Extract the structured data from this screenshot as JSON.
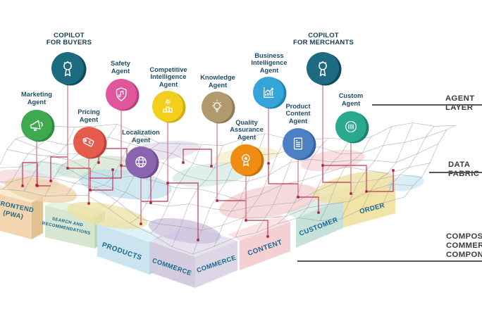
{
  "headers": {
    "agent_layer": "AGENT LAYER",
    "data_fabric": "DATA FABRIC",
    "composable": "COMPOSABLE\nCOMMERCE\nCOMPONENTS"
  },
  "agents": [
    {
      "id": "marketing",
      "label": "Marketing\nAgent",
      "color": "#3fa94f",
      "dark": "#2e8a3c",
      "icon": "megaphone"
    },
    {
      "id": "copilot-buyers",
      "label": "COPILOT\nFOR BUYERS",
      "color": "#1d6b80",
      "dark": "#0f4a5c",
      "icon": "award-ribbon"
    },
    {
      "id": "pricing",
      "label": "Pricing\nAgent",
      "color": "#e55c4d",
      "dark": "#bf4334",
      "icon": "price-tag"
    },
    {
      "id": "safety",
      "label": "Safety\nAgent",
      "color": "#e0559b",
      "dark": "#bc3f7f",
      "icon": "shield"
    },
    {
      "id": "localization",
      "label": "Localization\nAgent",
      "color": "#8a65ad",
      "dark": "#6d4b8e",
      "icon": "globe"
    },
    {
      "id": "competitive-intelligence",
      "label": "Competitive\nIntelligence\nAgent",
      "color": "#f3cf1d",
      "dark": "#d1ad0e",
      "icon": "podium-gear"
    },
    {
      "id": "knowledge",
      "label": "Knowledge\nAgent",
      "color": "#b29a6f",
      "dark": "#937c52",
      "icon": "lightbulb"
    },
    {
      "id": "quality-assurance",
      "label": "Quality\nAssurance\nAgent",
      "color": "#ee8d12",
      "dark": "#c86f06",
      "icon": "medal"
    },
    {
      "id": "business-intelligence",
      "label": "Business\nIntelligence\nAgent",
      "color": "#35a4d8",
      "dark": "#2480ae",
      "icon": "growth-chart"
    },
    {
      "id": "copilot-merchants",
      "label": "COPILOT\nFOR MERCHANTS",
      "color": "#1d6b80",
      "dark": "#0f4a5c",
      "icon": "award-ribbon"
    },
    {
      "id": "product-content",
      "label": "Product\nContent\nAgent",
      "color": "#4d7fc4",
      "dark": "#3763a3",
      "icon": "document"
    },
    {
      "id": "custom",
      "label": "Custom\nAgent",
      "color": "#2aa98e",
      "dark": "#1d8170",
      "icon": "equalizer"
    }
  ],
  "boxes": [
    {
      "id": "frontend",
      "label": "FRONTEND (PWA)",
      "lines": [
        "FRONTEND",
        "(PWA)"
      ],
      "colors": {
        "front": "#f2d5ae",
        "top": "#f9ead2",
        "side": "#e2c191"
      }
    },
    {
      "id": "search",
      "label": "SEARCH AND RECOMMENDATIONS",
      "lines": [
        "SEARCH AND",
        "RECOMMENDATIONS"
      ],
      "colors": {
        "front": "#d6e6d0",
        "top": "#e8f2e2",
        "side": "#c0d8b8"
      }
    },
    {
      "id": "products",
      "label": "PRODUCTS",
      "colors": {
        "front": "#cbe4ef",
        "top": "#e0f0f7",
        "side": "#b2d4e3"
      }
    },
    {
      "id": "commerce",
      "label": "COMMERCE",
      "colors": {
        "front": "#d3ccdf",
        "top": "#e6e2ee",
        "side": "#dcd6e7"
      }
    },
    {
      "id": "content",
      "label": "CONTENT",
      "colors": {
        "front": "#f4d0d2",
        "top": "#f9e3e4"
      }
    },
    {
      "id": "customer",
      "label": "CUSTOMER",
      "colors": {
        "front": "#c6e0da",
        "top": "#dcefeb"
      }
    },
    {
      "id": "order",
      "label": "ORDER",
      "colors": {
        "front": "#f0e5a7",
        "top": "#f8f1ca"
      }
    }
  ],
  "colors": {
    "connector": "#c13254",
    "stem": "#d4798b",
    "node": "#a8203f",
    "mesh_line": "#9c9c9c",
    "box_label": "#17698e",
    "agent_label": "#1f4d6b",
    "copilot_label": "#143d56",
    "header_text": "#3b3b3b",
    "rule": "#555555"
  }
}
